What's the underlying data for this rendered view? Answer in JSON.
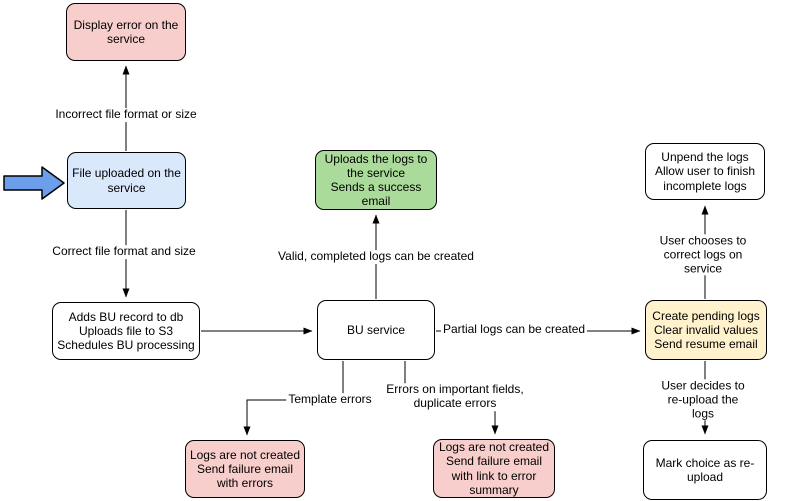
{
  "diagram": {
    "type": "flowchart",
    "nodes": {
      "display_error": {
        "label": "Display error on the\nservice",
        "fill": "#f8cecc"
      },
      "file_uploaded": {
        "label": "File uploaded on the\nservice",
        "fill": "#dae8fc"
      },
      "adds_bu": {
        "label": "Adds BU record to db\nUploads file to S3\nSchedules BU processing",
        "fill": "#ffffff"
      },
      "success": {
        "label": "Uploads the logs to\nthe service\nSends a success\nemail",
        "fill": "#abdb9a"
      },
      "bu_service": {
        "label": "BU service",
        "fill": "#ffffff"
      },
      "fail_template": {
        "label": "Logs are not created\nSend failure email\nwith errors",
        "fill": "#f8cecc"
      },
      "fail_fields": {
        "label": "Logs are not created\nSend failure email\nwith link to error\nsummary",
        "fill": "#f8cecc"
      },
      "pending": {
        "label": "Create pending logs\nClear invalid values\nSend resume email",
        "fill": "#fff2cc"
      },
      "unpend": {
        "label": "Unpend the logs\nAllow user to finish\nincomplete logs",
        "fill": "#ffffff"
      },
      "mark_reupload": {
        "label": "Mark choice as re-\nupload",
        "fill": "#ffffff"
      }
    },
    "edge_labels": {
      "incorrect": "Incorrect file format or size",
      "correct": "Correct file format and size",
      "valid": "Valid, completed logs can be created",
      "partial": "Partial logs can be created",
      "template": "Template errors",
      "important": "Errors on important fields,\nduplicate errors",
      "choose_correct": "User chooses to correct logs on service",
      "reupload": "User decides to re-upload the logs"
    },
    "icons": {
      "input_arrow": "entry-point-arrow"
    },
    "colors": {
      "pink": "#f8cecc",
      "blue": "#dae8fc",
      "green": "#abdb9a",
      "yellow": "#fff2cc",
      "white": "#ffffff",
      "arrow_blue": "#6d9eeb",
      "stroke": "#000000"
    }
  }
}
